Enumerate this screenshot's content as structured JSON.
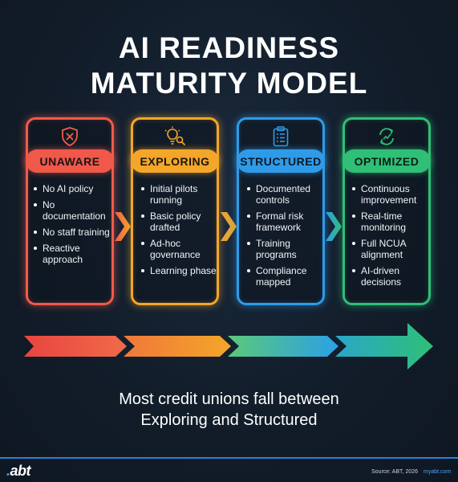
{
  "title_lines": [
    "AI READINESS",
    "MATURITY MODEL"
  ],
  "stages": [
    {
      "label": "UNAWARE",
      "icon": "shield-x-icon",
      "color": "#f25a4a",
      "items": [
        "No AI policy",
        "No documentation",
        "No staff training",
        "Reactive approach"
      ]
    },
    {
      "label": "EXPLORING",
      "icon": "lightbulb-magnifier-icon",
      "color": "#f4a62a",
      "items": [
        "Initial pilots running",
        "Basic policy drafted",
        "Ad-hoc governance",
        "Learning phase"
      ]
    },
    {
      "label": "STRUCTURED",
      "icon": "clipboard-checklist-icon",
      "color": "#2f9be8",
      "items": [
        "Documented controls",
        "Formal risk framework",
        "Training programs",
        "Compliance mapped"
      ]
    },
    {
      "label": "OPTIMIZED",
      "icon": "cycle-arrows-icon",
      "color": "#2fbf77",
      "items": [
        "Continuous improvement",
        "Real-time monitoring",
        "Full NCUA alignment",
        "AI-driven decisions"
      ]
    }
  ],
  "caption_lines": [
    "Most credit unions fall between",
    "Exploring and Structured"
  ],
  "footer": {
    "logo": "abt",
    "source": "Source: ABT, 2026",
    "site": "myabt.com"
  }
}
